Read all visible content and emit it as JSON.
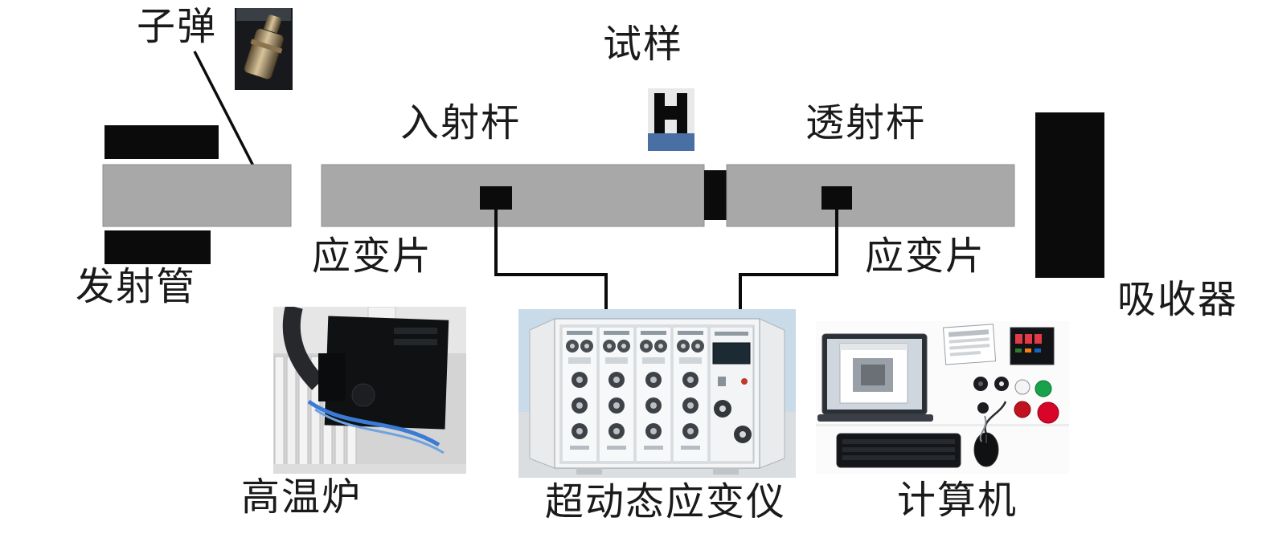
{
  "figure": {
    "labels": {
      "bullet": "子弹",
      "specimen": "试样",
      "incident_bar": "入射杆",
      "transmission_bar": "透射杆",
      "strain_gauge_left": "应变片",
      "strain_gauge_right": "应变片",
      "launch_tube": "发射管",
      "absorber": "吸收器",
      "furnace": "高温炉",
      "dynamic_strain_meter": "超动态应变仪",
      "computer": "计算机"
    },
    "colors": {
      "bar_gray": "#a8a8a8",
      "component_black": "#0b0b0b",
      "background": "#ffffff",
      "label_text": "#1a1a1a"
    }
  }
}
